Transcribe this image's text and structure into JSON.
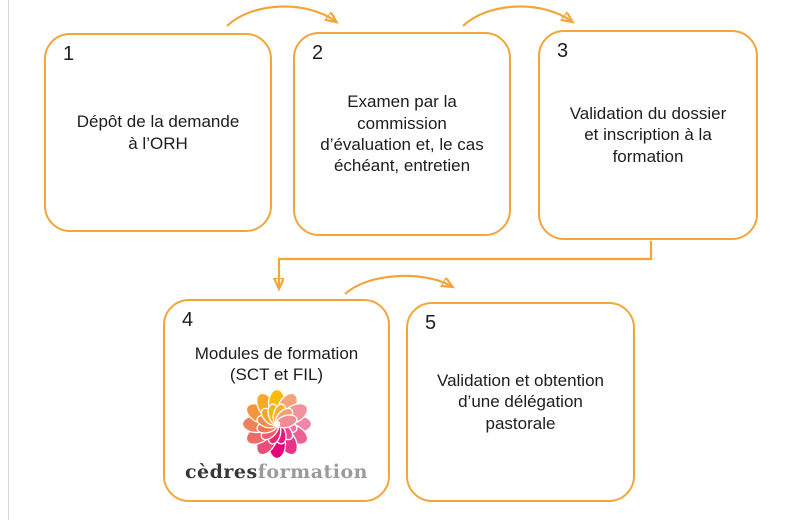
{
  "diagram": {
    "steps": [
      {
        "number": "1",
        "text": "Dépôt de la demande\nà l’ORH"
      },
      {
        "number": "2",
        "text": "Examen par la\ncommission\nd’évaluation et, le cas\néchéant, entretien"
      },
      {
        "number": "3",
        "text": "Validation du dossier\net inscription à la\nformation"
      },
      {
        "number": "4",
        "text": "Modules de formation\n(SCT et FIL)"
      },
      {
        "number": "5",
        "text": "Validation et obtention\nd’une délégation\npastorale"
      }
    ],
    "flow": [
      "step-1 to step-2",
      "step-2 to step-3",
      "step-3 to step-4",
      "step-4 to step-5"
    ]
  },
  "logo": {
    "brand_dark": "cèdres",
    "brand_light": "formation",
    "petals_outer": [
      "#F087A7",
      "#EC6097",
      "#E83389",
      "#E4007C",
      "#EA4E79",
      "#EE6B67",
      "#F07F5B",
      "#F3953F",
      "#F7AA28",
      "#FBBB0E",
      "#F5A379",
      "#F2929B"
    ],
    "petals_inner": [
      "#EE74A0",
      "#E94890",
      "#E51A82",
      "#E7256F",
      "#EC5B6E",
      "#EF765F",
      "#F28C4B",
      "#F6A433",
      "#FAB618",
      "#F9B13B",
      "#F6A06E",
      "#F08C95"
    ]
  },
  "colors": {
    "box_border": "#F2A63A",
    "arrow": "#F2A63A",
    "text": "#1D1D1B",
    "logo_dark": "#373736",
    "logo_gray": "#9C9B9B",
    "edge_line": "#D8D8D8"
  }
}
